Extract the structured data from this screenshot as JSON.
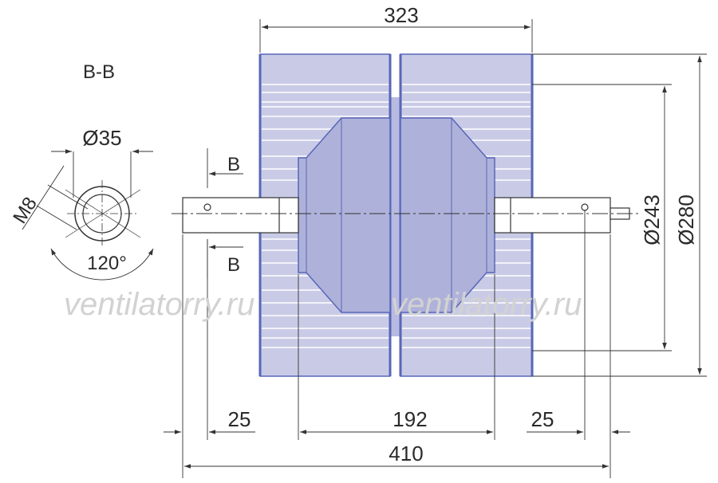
{
  "colors": {
    "housing_fill": "#c9cbe6",
    "housing_edge": "#5866b8",
    "motor_fill": "#aeb1d9",
    "shaft_fill": "#ffffff",
    "line": "#333333",
    "watermark": "#d2d2d2"
  },
  "section": {
    "title": "B-B",
    "diameter": "Ø35",
    "thread": "M8",
    "angle": "120°"
  },
  "cut_marks": {
    "top": "B",
    "bottom": "B"
  },
  "dimensions": {
    "top_width": "323",
    "inner_diameter": "Ø243",
    "outer_diameter": "Ø280",
    "left_offset": "25",
    "motor_span": "192",
    "right_offset": "25",
    "overall_length": "410"
  },
  "watermark": {
    "left": "ventilatorry.ru",
    "right": "ventilatorry.ru"
  }
}
